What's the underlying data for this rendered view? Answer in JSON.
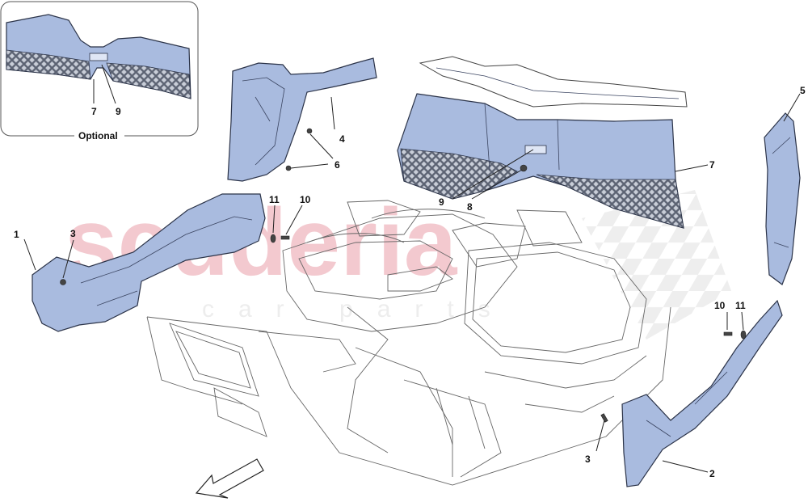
{
  "watermark": {
    "brand": "scuderia",
    "sub": "car parts",
    "brand_color": "#f3c9cf"
  },
  "inset": {
    "label": "Optional",
    "callouts": [
      "7",
      "9"
    ]
  },
  "callouts": {
    "c1": "1",
    "c2": "2",
    "c3_left": "3",
    "c3_right": "3",
    "c4": "4",
    "c5": "5",
    "c6": "6",
    "c7": "7",
    "c8": "8",
    "c9": "9",
    "c10_left": "10",
    "c11_left": "11",
    "c10_right": "10",
    "c11_right": "11"
  },
  "colors": {
    "trim_panel": "#a9bbdf",
    "outline": "#2b3348"
  },
  "icons": {
    "direction": "front-direction-arrow-icon"
  }
}
